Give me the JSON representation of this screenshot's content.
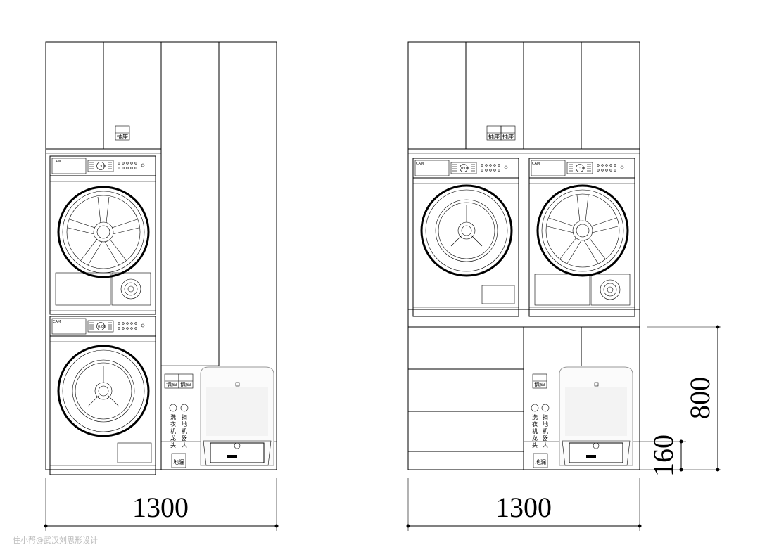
{
  "dimensions": {
    "left_width": "1300",
    "right_width": "1300",
    "height_800": "800",
    "height_160": "160"
  },
  "appliance": {
    "brand": "CAM",
    "timer_left_top": "1:00",
    "timer_left_bottom": "0:00",
    "timer_right_a": "0:00",
    "timer_right_b": "1:00"
  },
  "labels": {
    "outlet_a_top": "插座",
    "outlet_b_top": "插座",
    "washer_valve": [
      "洗",
      "衣",
      "机",
      "龙",
      "头"
    ],
    "robot_valve": [
      "扫",
      "地",
      "机",
      "器",
      "人"
    ],
    "floor_drain": "地漏"
  },
  "watermark": "住小帮@武汉刘思形设计",
  "colors": {
    "line": "#000000",
    "background": "#ffffff",
    "watermark": "#bbbbbb"
  }
}
